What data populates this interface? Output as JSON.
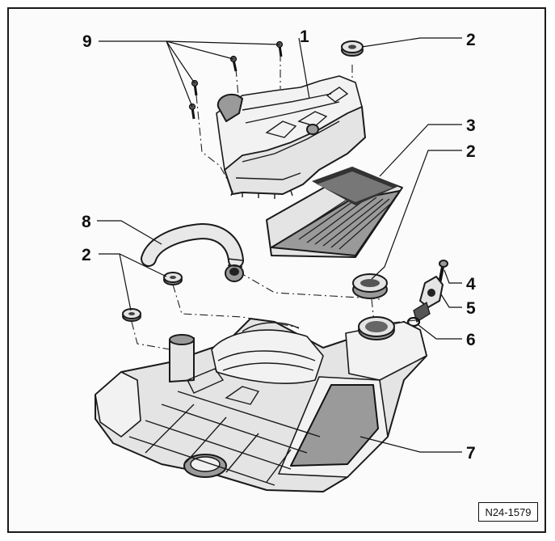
{
  "callouts": {
    "c1": "1",
    "c2a": "2",
    "c3": "3",
    "c2b": "2",
    "c9": "9",
    "c8": "8",
    "c2c": "2",
    "c4": "4",
    "c5": "5",
    "c6": "6",
    "c7": "7"
  },
  "reference": "N24-1579",
  "parts": [
    {
      "callout": "1",
      "icon": "air-filter-upper-housing-icon"
    },
    {
      "callout": "2",
      "icon": "grommet-icon"
    },
    {
      "callout": "3",
      "icon": "filter-element-icon"
    },
    {
      "callout": "4",
      "icon": "bolt-icon"
    },
    {
      "callout": "5",
      "icon": "bracket-icon"
    },
    {
      "callout": "6",
      "icon": "o-ring-icon"
    },
    {
      "callout": "7",
      "icon": "air-filter-lower-housing-icon"
    },
    {
      "callout": "8",
      "icon": "hose-icon"
    },
    {
      "callout": "9",
      "icon": "screw-icon"
    }
  ]
}
